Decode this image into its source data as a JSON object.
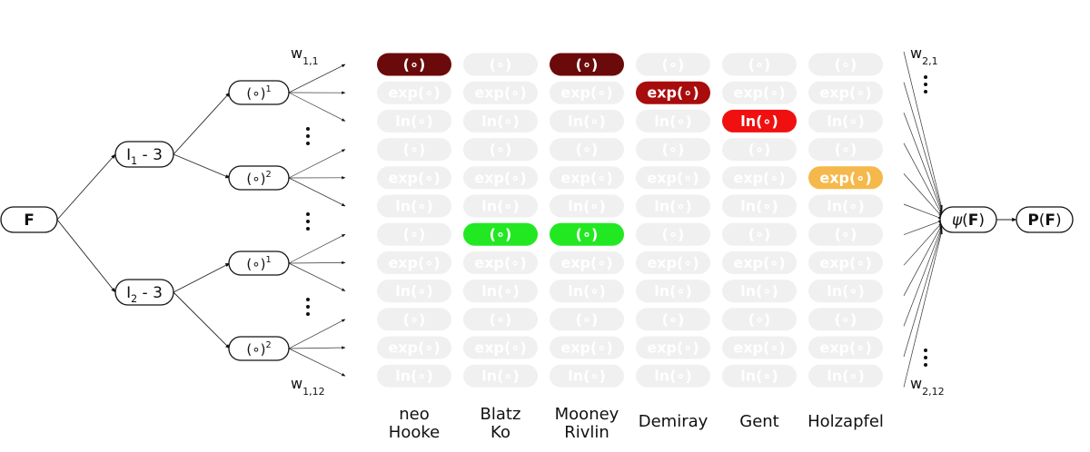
{
  "input_node": "F",
  "invariants": [
    {
      "label": "I",
      "sub": "1",
      "suffix": " - 3"
    },
    {
      "label": "I",
      "sub": "2",
      "suffix": " - 3"
    }
  ],
  "power_nodes": [
    {
      "base": "(∘)",
      "exp": "1"
    },
    {
      "base": "(∘)",
      "exp": "2"
    },
    {
      "base": "(∘)",
      "exp": "1"
    },
    {
      "base": "(∘)",
      "exp": "2"
    }
  ],
  "weights_in": {
    "first": {
      "w": "w",
      "sub": "1,1"
    },
    "last": {
      "w": "w",
      "sub": "1,12"
    }
  },
  "weights_out": {
    "first": {
      "w": "w",
      "sub": "2,1"
    },
    "last": {
      "w": "w",
      "sub": "2,12"
    }
  },
  "row_functions": [
    "(∘)",
    "exp(∘)",
    "ln(∘)",
    "(∘)",
    "exp(∘)",
    "ln(∘)",
    "(∘)",
    "exp(∘)",
    "ln(∘)",
    "(∘)",
    "exp(∘)",
    "ln(∘)"
  ],
  "columns": [
    {
      "label_lines": [
        "neo",
        "Hooke"
      ],
      "active": [
        {
          "row": 0,
          "color": "#6b0a0a"
        }
      ]
    },
    {
      "label_lines": [
        "Blatz",
        "Ko"
      ],
      "active": [
        {
          "row": 6,
          "color": "#22e822"
        }
      ]
    },
    {
      "label_lines": [
        "Mooney",
        "Rivlin"
      ],
      "active": [
        {
          "row": 0,
          "color": "#6b0a0a"
        },
        {
          "row": 6,
          "color": "#22e822"
        }
      ]
    },
    {
      "label_lines": [
        "Demiray"
      ],
      "active": [
        {
          "row": 1,
          "color": "#a80c0c"
        }
      ]
    },
    {
      "label_lines": [
        "Gent"
      ],
      "active": [
        {
          "row": 2,
          "color": "#f01010"
        }
      ]
    },
    {
      "label_lines": [
        "Holzapfel"
      ],
      "active": [
        {
          "row": 4,
          "color": "#f5b84a"
        }
      ]
    }
  ],
  "inactive_pill_color": "#f0f0f0",
  "inactive_text_color": "#ffffff",
  "output_nodes": {
    "psi": {
      "symbol": "ψ",
      "arg": "F"
    },
    "P": {
      "symbol": "P",
      "arg": "F"
    }
  }
}
